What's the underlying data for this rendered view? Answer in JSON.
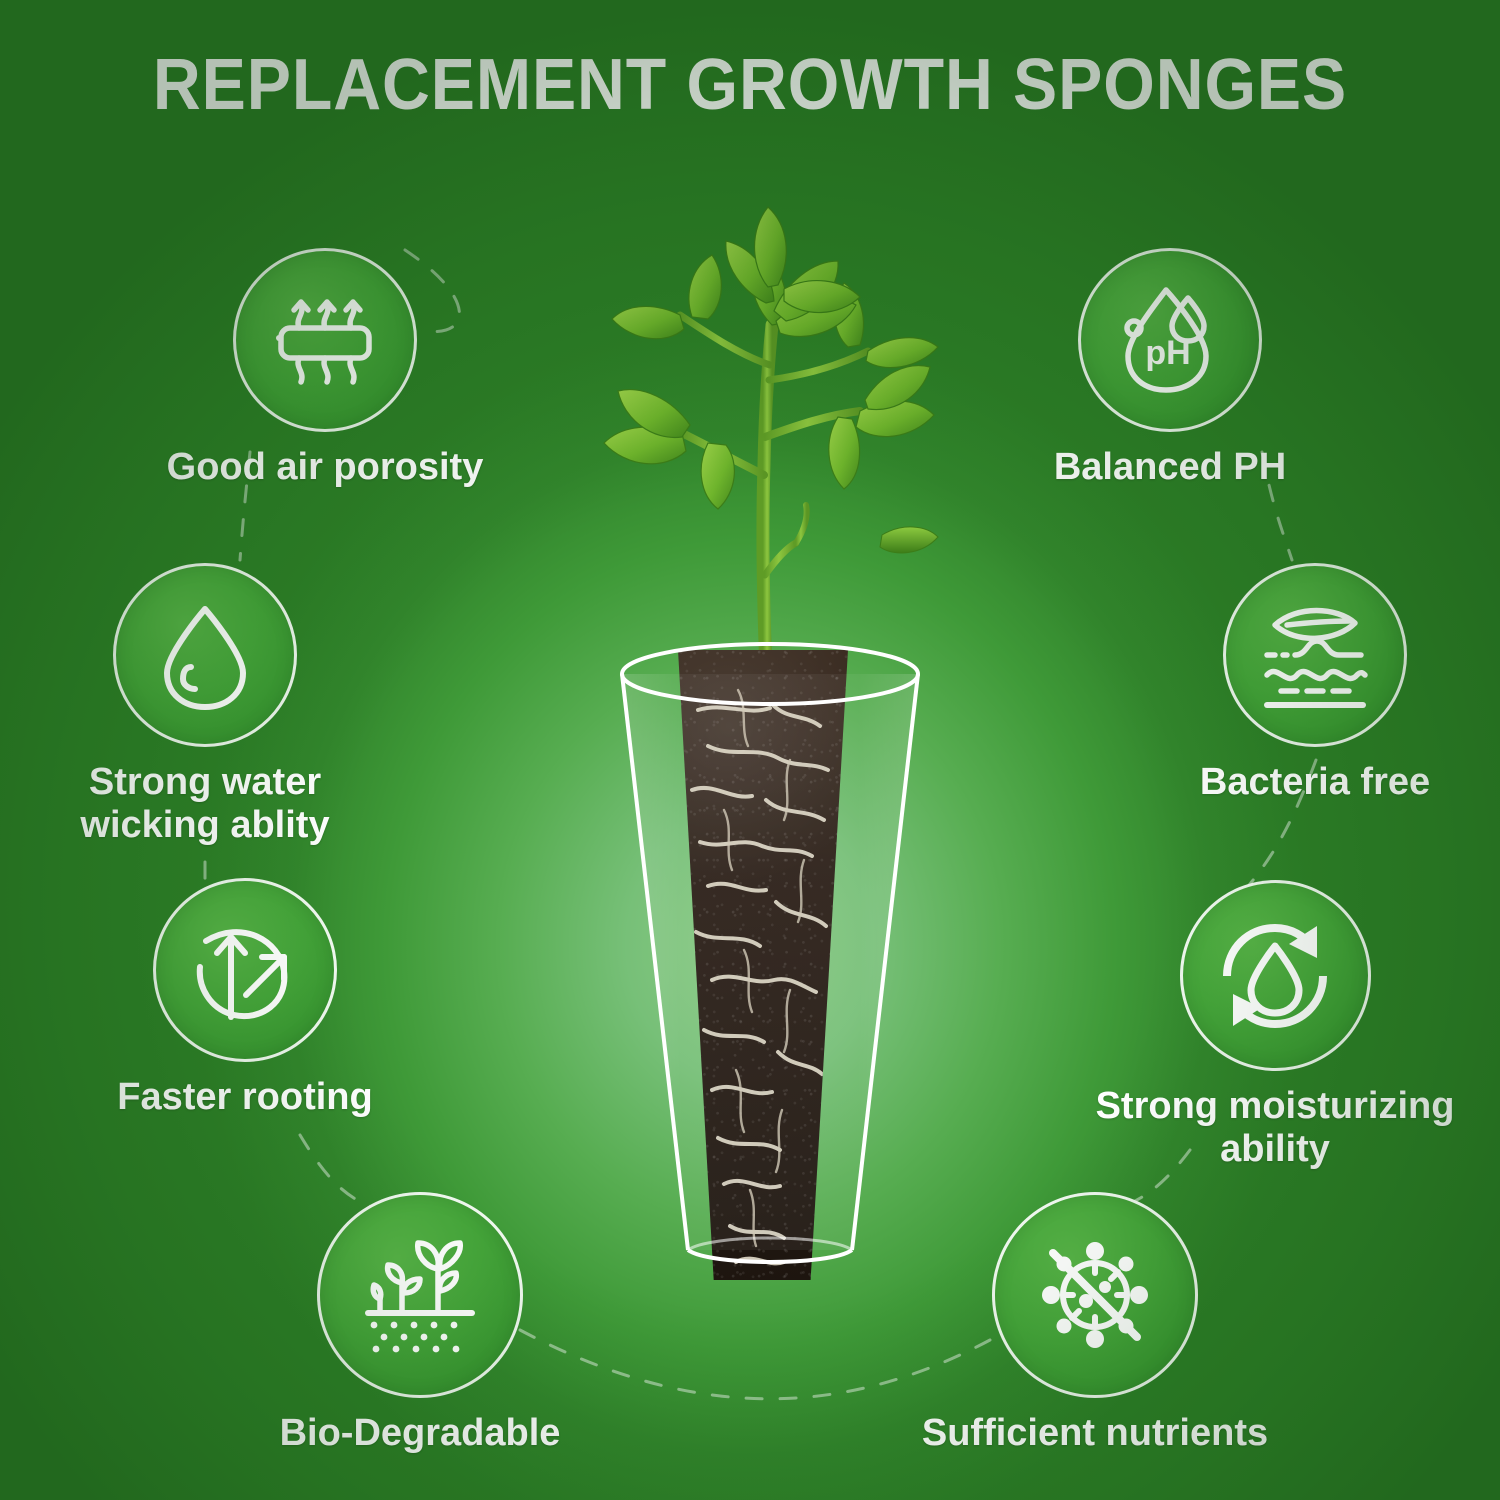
{
  "page": {
    "title": "REPLACEMENT GROWTH SPONGES",
    "background_color_outer": "#2d7f27",
    "background_color_center": "#8ccb86",
    "badge_color": "#45a53a",
    "badge_ring_color": "#ffffff",
    "text_color": "#ffffff"
  },
  "center": {
    "subject_name": "seedling-in-growth-sponge",
    "cup_label": "transparent-cup",
    "plug_label": "soil-plug-with-roots",
    "plant_label": "tomato-seedling"
  },
  "features": [
    {
      "id": "good-air-porosity",
      "label": "Good air porosity",
      "icon": "air-porosity-icon",
      "side": "left"
    },
    {
      "id": "strong-water-wicking",
      "label": "Strong water\nwicking ablity",
      "icon": "water-drop-icon",
      "side": "left"
    },
    {
      "id": "faster-rooting",
      "label": "Faster rooting",
      "icon": "leaf-growth-arrows-icon",
      "side": "left"
    },
    {
      "id": "bio-degradable",
      "label": "Bio-Degradable",
      "icon": "sprouts-in-soil-icon",
      "side": "left"
    },
    {
      "id": "balanced-ph",
      "label": "Balanced PH",
      "icon": "ph-droplet-icon",
      "icon_text": "pH",
      "side": "right"
    },
    {
      "id": "bacteria-free",
      "label": "Bacteria free",
      "icon": "leaf-over-waves-icon",
      "side": "right"
    },
    {
      "id": "strong-moisturizing",
      "label": "Strong moisturizing\nability",
      "icon": "water-recycle-icon",
      "side": "right"
    },
    {
      "id": "sufficient-nutrients",
      "label": "Sufficient nutrients",
      "icon": "no-germs-icon",
      "side": "right"
    }
  ]
}
